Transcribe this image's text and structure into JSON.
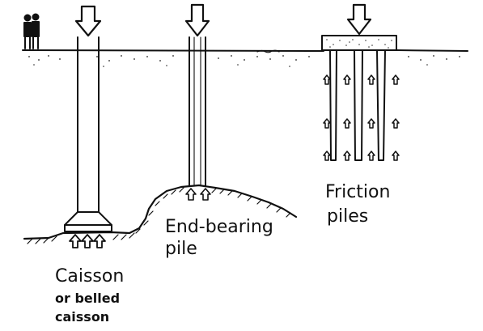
{
  "labels": {
    "caisson_line1": "Caisson",
    "caisson_line2": "or belled",
    "caisson_line3": "caisson",
    "end_bearing_line1": "End-bearing",
    "end_bearing_line2": "pile",
    "friction_line1": "Friction",
    "friction_line2": "piles"
  },
  "icons": {
    "load_arrow": "down-arrow-icon",
    "reaction_arrow": "up-arrow-icon",
    "people": "people-figures-icon"
  }
}
